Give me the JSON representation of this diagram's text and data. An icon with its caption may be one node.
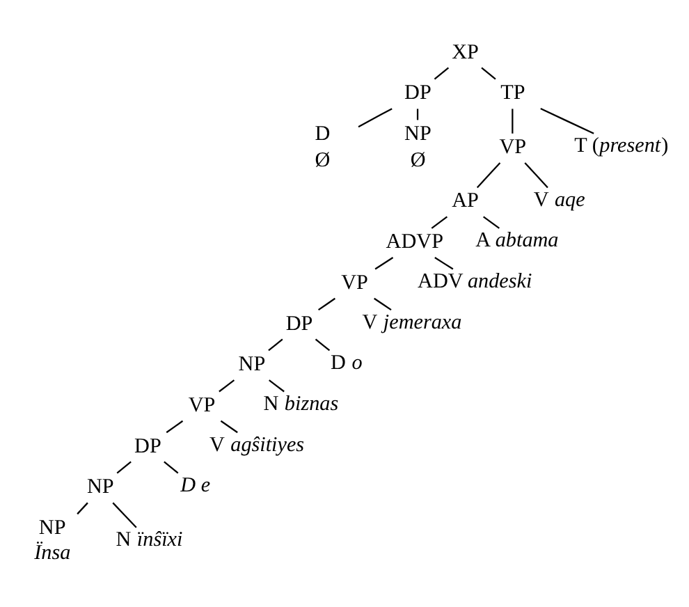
{
  "diagram": {
    "nodes": [
      {
        "text": [
          "XP"
        ]
      },
      {
        "text": [
          "DP"
        ]
      },
      {
        "text": [
          "TP"
        ]
      },
      {
        "text": [
          "D"
        ],
        "beside": [
          "Ø"
        ]
      },
      {
        "text": [
          "NP"
        ],
        "beside": [
          "Ø"
        ]
      },
      {
        "text": [
          "VP"
        ]
      },
      {
        "text": [
          "T (*present*)"
        ]
      },
      {
        "text": [
          "AP"
        ]
      },
      {
        "text": [
          "V *aqe*"
        ]
      },
      {
        "text": [
          "ADVP"
        ]
      },
      {
        "text": [
          "A *abtama*"
        ]
      },
      {
        "text": [
          "VP"
        ]
      },
      {
        "text": [
          "ADV *andeski*"
        ]
      },
      {
        "text": [
          "DP"
        ]
      },
      {
        "text": [
          "V *jemeraxa*"
        ]
      },
      {
        "text": [
          "NP"
        ]
      },
      {
        "text": [
          "D *o*"
        ]
      },
      {
        "text": [
          "VP"
        ]
      },
      {
        "text": [
          "N *biznas*"
        ]
      },
      {
        "text": [
          "DP"
        ]
      },
      {
        "text": [
          "V *agŝitiyes*"
        ]
      },
      {
        "text": [
          "NP"
        ]
      },
      {
        "text": [
          "D e"
        ]
      },
      {
        "text": [
          "NP"
        ],
        "beside": [
          "Ïnsa"
        ]
      },
      {
        "text": [
          "N *ïnŝïxi*"
        ]
      }
    ],
    "edges": [
      {
        "from": 0,
        "to": 1,
        "arrow": "none"
      },
      {
        "from": 0,
        "to": 2,
        "arrow": "none"
      },
      {
        "from": 1,
        "to": 3,
        "arrow": "none"
      },
      {
        "from": 1,
        "to": 4,
        "arrow": "none"
      },
      {
        "from": 2,
        "to": 5,
        "arrow": "none"
      },
      {
        "from": 2,
        "to": 6,
        "arrow": "none"
      },
      {
        "from": 5,
        "to": 7,
        "arrow": "none"
      },
      {
        "from": 5,
        "to": 8,
        "arrow": "none"
      },
      {
        "from": 7,
        "to": 9,
        "arrow": "none"
      },
      {
        "from": 7,
        "to": 10,
        "arrow": "none"
      },
      {
        "from": 9,
        "to": 11,
        "arrow": "none"
      },
      {
        "from": 9,
        "to": 12,
        "arrow": "none"
      },
      {
        "from": 11,
        "to": 13,
        "arrow": "none"
      },
      {
        "from": 11,
        "to": 14,
        "arrow": "none"
      },
      {
        "from": 13,
        "to": 15,
        "arrow": "none"
      },
      {
        "from": 13,
        "to": 16,
        "arrow": "none"
      },
      {
        "from": 15,
        "to": 17,
        "arrow": "none"
      },
      {
        "from": 15,
        "to": 18,
        "arrow": "none"
      },
      {
        "from": 17,
        "to": 19,
        "arrow": "none"
      },
      {
        "from": 17,
        "to": 20,
        "arrow": "none"
      },
      {
        "from": 19,
        "to": 21,
        "arrow": "none"
      },
      {
        "from": 19,
        "to": 22,
        "arrow": "none"
      },
      {
        "from": 21,
        "to": 23,
        "arrow": "none"
      },
      {
        "from": 21,
        "to": 24,
        "arrow": "none"
      }
    ]
  }
}
